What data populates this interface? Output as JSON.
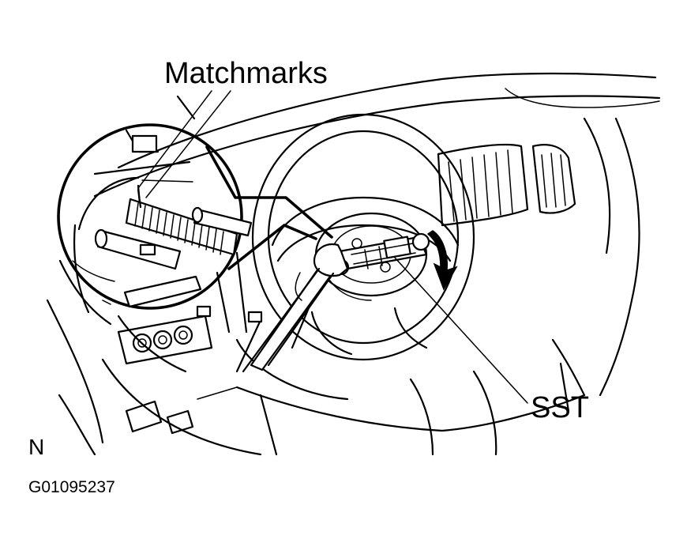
{
  "labels": {
    "matchmarks": "Matchmarks",
    "sst": "SST",
    "north": "N",
    "figure_number": "G01095237"
  },
  "colors": {
    "line": "#000000",
    "background": "#ffffff"
  }
}
